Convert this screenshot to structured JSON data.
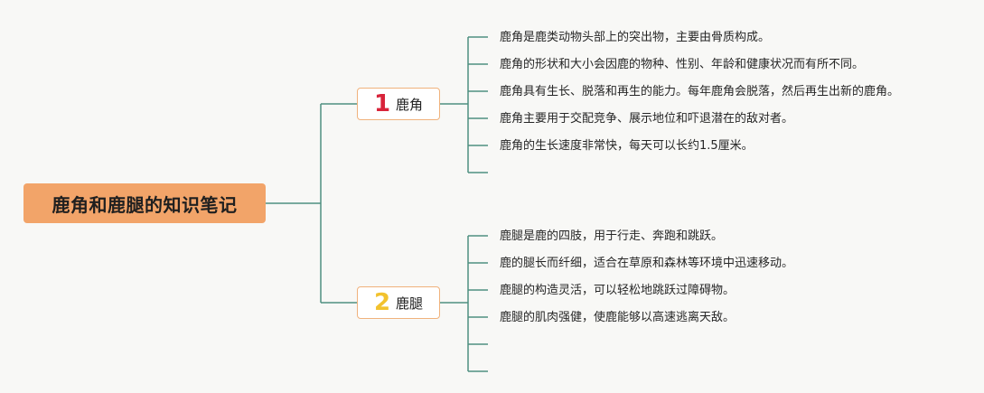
{
  "root": {
    "label": "鹿角和鹿腿的知识笔记"
  },
  "branches": [
    {
      "number": "1",
      "label": "鹿角",
      "color": "#d8233a",
      "items": [
        "鹿角是鹿类动物头部上的突出物，主要由骨质构成。",
        "鹿角的形状和大小会因鹿的物种、性别、年龄和健康状况而有所不同。",
        "鹿角具有生长、脱落和再生的能力。每年鹿角会脱落，然后再生出新的鹿角。",
        "鹿角主要用于交配竞争、展示地位和吓退潜在的敌对者。",
        "鹿角的生长速度非常快，每天可以长约1.5厘米。",
        ""
      ]
    },
    {
      "number": "2",
      "label": "鹿腿",
      "color": "#f2c22e",
      "items": [
        "鹿腿是鹿的四肢，用于行走、奔跑和跳跃。",
        "鹿的腿长而纤细，适合在草原和森林等环境中迅速移动。",
        "鹿腿的构造灵活，可以轻松地跳跃过障碍物。",
        "鹿腿的肌肉强健，使鹿能够以高速逃离天敌。",
        "",
        ""
      ]
    }
  ],
  "colors": {
    "line": "#4f8f80",
    "root_fill": "#f2a469",
    "branch_border": "#f0b27c"
  }
}
